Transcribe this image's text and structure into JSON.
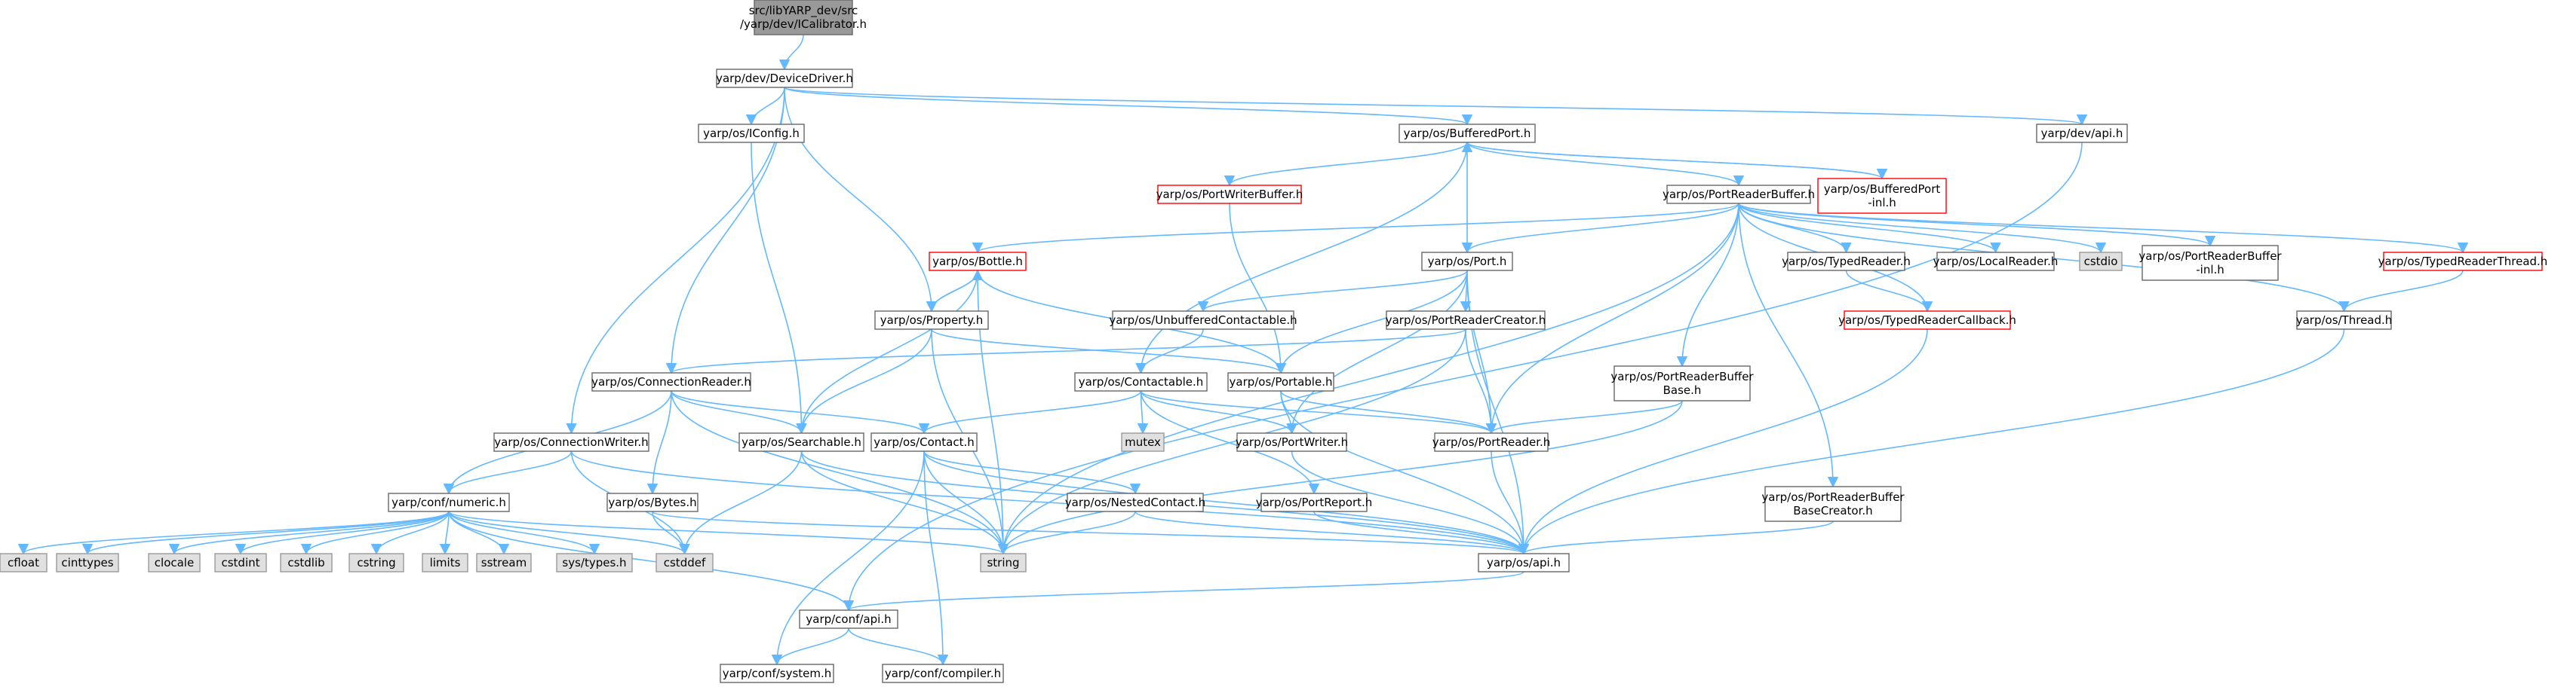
{
  "colors": {
    "normal_fill": "#ffffff",
    "normal_stroke": "#666666",
    "root_fill": "#999999",
    "root_stroke": "#666666",
    "missing_fill": "#e0e0e0",
    "missing_stroke": "#999999",
    "incomplete_fill": "#ffffff",
    "incomplete_stroke": "#ff0000",
    "edge": "#63b8ff",
    "text": "#000000"
  },
  "nodes": [
    {
      "id": "root",
      "kind": "root",
      "lines": [
        "src/libYARP_dev/src",
        "/yarp/dev/ICalibrator.h"
      ]
    },
    {
      "id": "devdriver",
      "kind": "normal",
      "lines": [
        "yarp/dev/DeviceDriver.h"
      ]
    },
    {
      "id": "iconfig",
      "kind": "normal",
      "lines": [
        "yarp/os/IConfig.h"
      ]
    },
    {
      "id": "bufferedport",
      "kind": "normal",
      "lines": [
        "yarp/os/BufferedPort.h"
      ]
    },
    {
      "id": "devapi",
      "kind": "normal",
      "lines": [
        "yarp/dev/api.h"
      ]
    },
    {
      "id": "portwriterbuffer",
      "kind": "incomplete",
      "lines": [
        "yarp/os/PortWriterBuffer.h"
      ]
    },
    {
      "id": "portreaderbuffer",
      "kind": "normal",
      "lines": [
        "yarp/os/PortReaderBuffer.h"
      ]
    },
    {
      "id": "bufferedportinl",
      "kind": "incomplete",
      "lines": [
        "yarp/os/BufferedPort",
        "-inl.h"
      ]
    },
    {
      "id": "bottle",
      "kind": "incomplete",
      "lines": [
        "yarp/os/Bottle.h"
      ]
    },
    {
      "id": "port",
      "kind": "normal",
      "lines": [
        "yarp/os/Port.h"
      ]
    },
    {
      "id": "typedreader",
      "kind": "normal",
      "lines": [
        "yarp/os/TypedReader.h"
      ]
    },
    {
      "id": "localreader",
      "kind": "normal",
      "lines": [
        "yarp/os/LocalReader.h"
      ]
    },
    {
      "id": "cstdio",
      "kind": "missing",
      "lines": [
        "cstdio"
      ]
    },
    {
      "id": "portreaderbufferinl",
      "kind": "normal",
      "lines": [
        "yarp/os/PortReaderBuffer",
        "-inl.h"
      ]
    },
    {
      "id": "typedreaderthread",
      "kind": "incomplete",
      "lines": [
        "yarp/os/TypedReaderThread.h"
      ]
    },
    {
      "id": "property",
      "kind": "normal",
      "lines": [
        "yarp/os/Property.h"
      ]
    },
    {
      "id": "unbuffcont",
      "kind": "normal",
      "lines": [
        "yarp/os/UnbufferedContactable.h"
      ]
    },
    {
      "id": "portreadercreator",
      "kind": "normal",
      "lines": [
        "yarp/os/PortReaderCreator.h"
      ]
    },
    {
      "id": "typedreadercallback",
      "kind": "incomplete",
      "lines": [
        "yarp/os/TypedReaderCallback.h"
      ]
    },
    {
      "id": "thread",
      "kind": "normal",
      "lines": [
        "yarp/os/Thread.h"
      ]
    },
    {
      "id": "connreader",
      "kind": "normal",
      "lines": [
        "yarp/os/ConnectionReader.h"
      ]
    },
    {
      "id": "contactable",
      "kind": "normal",
      "lines": [
        "yarp/os/Contactable.h"
      ]
    },
    {
      "id": "portable",
      "kind": "normal",
      "lines": [
        "yarp/os/Portable.h"
      ]
    },
    {
      "id": "portreaderbufferbase",
      "kind": "normal",
      "lines": [
        "yarp/os/PortReaderBuffer",
        "Base.h"
      ]
    },
    {
      "id": "connwriter",
      "kind": "normal",
      "lines": [
        "yarp/os/ConnectionWriter.h"
      ]
    },
    {
      "id": "searchable",
      "kind": "normal",
      "lines": [
        "yarp/os/Searchable.h"
      ]
    },
    {
      "id": "contact",
      "kind": "normal",
      "lines": [
        "yarp/os/Contact.h"
      ]
    },
    {
      "id": "mutex",
      "kind": "missing",
      "lines": [
        "mutex"
      ]
    },
    {
      "id": "portwriter",
      "kind": "normal",
      "lines": [
        "yarp/os/PortWriter.h"
      ]
    },
    {
      "id": "portreader",
      "kind": "normal",
      "lines": [
        "yarp/os/PortReader.h"
      ]
    },
    {
      "id": "confnumeric",
      "kind": "normal",
      "lines": [
        "yarp/conf/numeric.h"
      ]
    },
    {
      "id": "bytes",
      "kind": "normal",
      "lines": [
        "yarp/os/Bytes.h"
      ]
    },
    {
      "id": "nestedcontact",
      "kind": "normal",
      "lines": [
        "yarp/os/NestedContact.h"
      ]
    },
    {
      "id": "portreport",
      "kind": "normal",
      "lines": [
        "yarp/os/PortReport.h"
      ]
    },
    {
      "id": "portreaderbufferbasecreator",
      "kind": "normal",
      "lines": [
        "yarp/os/PortReaderBuffer",
        "BaseCreator.h"
      ]
    },
    {
      "id": "cfloat",
      "kind": "missing",
      "lines": [
        "cfloat"
      ]
    },
    {
      "id": "cinttypes",
      "kind": "missing",
      "lines": [
        "cinttypes"
      ]
    },
    {
      "id": "clocale",
      "kind": "missing",
      "lines": [
        "clocale"
      ]
    },
    {
      "id": "cstdint",
      "kind": "missing",
      "lines": [
        "cstdint"
      ]
    },
    {
      "id": "cstdlib",
      "kind": "missing",
      "lines": [
        "cstdlib"
      ]
    },
    {
      "id": "cstring",
      "kind": "missing",
      "lines": [
        "cstring"
      ]
    },
    {
      "id": "limits",
      "kind": "missing",
      "lines": [
        "limits"
      ]
    },
    {
      "id": "sstream",
      "kind": "missing",
      "lines": [
        "sstream"
      ]
    },
    {
      "id": "systypes",
      "kind": "missing",
      "lines": [
        "sys/types.h"
      ]
    },
    {
      "id": "cstddef",
      "kind": "missing",
      "lines": [
        "cstddef"
      ]
    },
    {
      "id": "string",
      "kind": "missing",
      "lines": [
        "string"
      ]
    },
    {
      "id": "osapi",
      "kind": "normal",
      "lines": [
        "yarp/os/api.h"
      ]
    },
    {
      "id": "confapi",
      "kind": "normal",
      "lines": [
        "yarp/conf/api.h"
      ]
    },
    {
      "id": "confsystem",
      "kind": "normal",
      "lines": [
        "yarp/conf/system.h"
      ]
    },
    {
      "id": "confcompiler",
      "kind": "normal",
      "lines": [
        "yarp/conf/compiler.h"
      ]
    }
  ]
}
